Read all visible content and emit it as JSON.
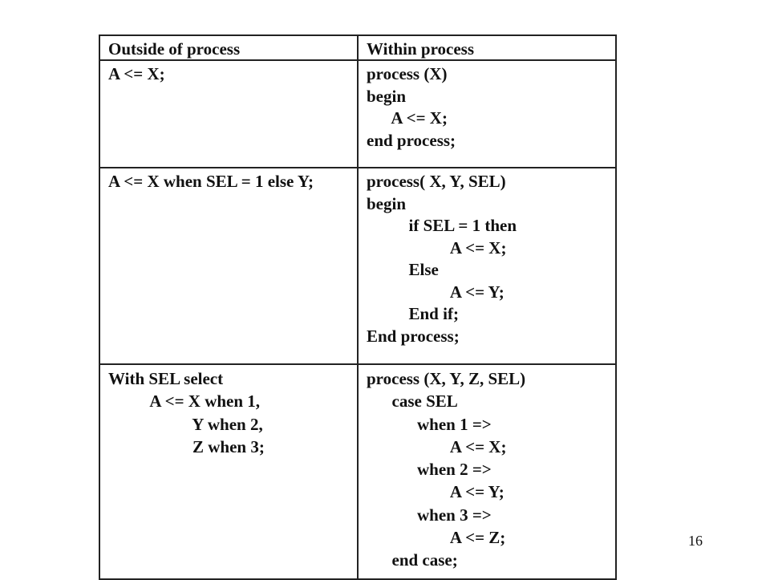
{
  "table": {
    "headers": [
      "Outside of process",
      "Within process"
    ],
    "rows": [
      {
        "outside": [
          "A <= X;"
        ],
        "within": [
          "process (X)",
          "begin",
          "      A <= X;",
          "end process;"
        ]
      },
      {
        "outside": [
          "A <= X when SEL = 1 else Y;"
        ],
        "within": [
          "process( X, Y, SEL)",
          "begin",
          "          if SEL = 1 then",
          "                    A <= X;",
          "          Else",
          "                    A <= Y;",
          "          End if;",
          "End process;"
        ]
      },
      {
        "outside": [
          "With SEL select",
          "          A <= X when 1,",
          "                    Y when 2,",
          "                    Z when 3;"
        ],
        "within": [
          "process (X, Y, Z, SEL)",
          "      case SEL",
          "            when 1 =>",
          "                    A <= X;",
          "            when 2 =>",
          "                    A <= Y;",
          "            when 3 =>",
          "                    A <= Z;",
          "      end case;"
        ]
      }
    ]
  },
  "page_number": "16"
}
